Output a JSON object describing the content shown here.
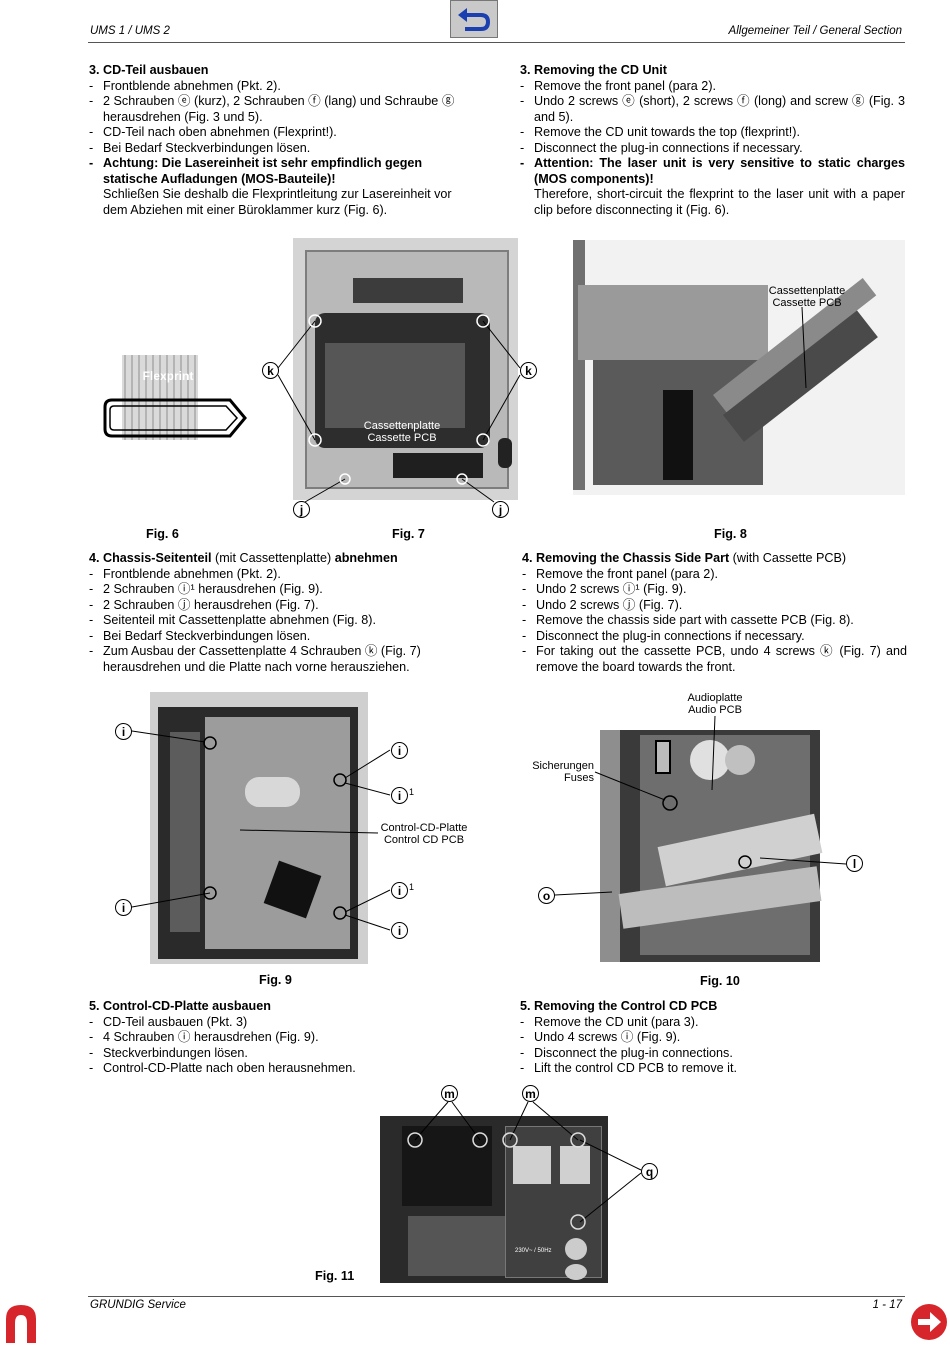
{
  "header": {
    "left": "UMS 1 / UMS 2",
    "right": "Allgemeiner Teil / General Section"
  },
  "footer": {
    "left": "GRUNDIG Service",
    "right": "1 - 17"
  },
  "nav": {
    "back_icon": "return-arrow-icon",
    "prev_icon": "previous-page-icon",
    "next_icon": "next-page-arrow-icon",
    "accent_color": "#d6262b",
    "back_color": "#1a3fb0"
  },
  "sec3_de": {
    "title": "3. CD-Teil ausbauen",
    "items": [
      "Frontblende abnehmen (Pkt. 2).",
      "2 Schrauben ⓔ (kurz), 2 Schrauben ⓕ (lang) und Schraube ⓖ herausdrehen (Fig. 3 und 5).",
      "CD-Teil nach oben abnehmen (Flexprint!).",
      "Bei Bedarf Steckverbindungen lösen."
    ],
    "warning": "Achtung: Die Lasereinheit ist sehr empfindlich gegen statische Aufladungen (MOS-Bauteile)!",
    "warning_note": "Schließen Sie deshalb die Flexprintleitung zur Lasereinheit vor dem Abziehen mit einer Büroklammer kurz (Fig. 6)."
  },
  "sec3_en": {
    "title": "3. Removing the CD Unit",
    "items": [
      "Remove the front panel (para 2).",
      "Undo 2 screws ⓔ (short), 2 screws ⓕ (long) and screw ⓖ (Fig. 3 and 5).",
      "Remove the CD unit towards the top (flexprint!).",
      "Disconnect the plug-in connections if necessary."
    ],
    "warning": "Attention: The laser unit is very sensitive to static charges (MOS components)!",
    "warning_note": "Therefore, short-circuit the flexprint to the laser unit with a paper clip before disconnecting it (Fig. 6)."
  },
  "fig6": {
    "caption": "Fig. 6",
    "label": "Flexprint"
  },
  "fig7": {
    "caption": "Fig. 7",
    "label_de": "Cassettenplatte",
    "label_en": "Cassette PCB",
    "callouts": [
      "k",
      "k",
      "j",
      "j"
    ]
  },
  "fig8": {
    "caption": "Fig. 8",
    "label_de": "Cassettenplatte",
    "label_en": "Cassette PCB"
  },
  "sec4_de": {
    "title_bold": "4. Chassis-Seitenteil",
    "title_normal": " (mit Cassettenplatte) ",
    "title_bold2": "abnehmen",
    "items": [
      "Frontblende abnehmen (Pkt. 2).",
      "2 Schrauben ⓘ¹ herausdrehen (Fig. 9).",
      "2 Schrauben ⓙ herausdrehen (Fig. 7).",
      "Seitenteil mit Cassettenplatte abnehmen (Fig. 8).",
      "Bei Bedarf Steckverbindungen lösen.",
      "Zum Ausbau der Cassettenplatte 4 Schrauben ⓚ (Fig. 7) herausdrehen und die Platte nach vorne herausziehen."
    ]
  },
  "sec4_en": {
    "title_bold": "4. Removing the Chassis Side Part",
    "title_normal": " (with Cassette PCB)",
    "items": [
      "Remove the front panel (para 2).",
      "Undo 2 screws ⓘ¹ (Fig. 9).",
      "Undo 2 screws ⓙ (Fig. 7).",
      "Remove the chassis side part with cassette PCB (Fig. 8).",
      "Disconnect the plug-in connections if necessary.",
      "For taking out the cassette PCB, undo 4 screws ⓚ (Fig. 7) and remove the board towards the front."
    ]
  },
  "fig9": {
    "caption": "Fig. 9",
    "label_de": "Control-CD-Platte",
    "label_en": "Control CD PCB",
    "callout": "i",
    "sup": "1"
  },
  "fig10": {
    "caption": "Fig. 10",
    "audio_de": "Audioplatte",
    "audio_en": "Audio PCB",
    "fuses_de": "Sicherungen",
    "fuses_en": "Fuses",
    "callout_l": "l",
    "callout_o": "o"
  },
  "sec5_de": {
    "title": "5. Control-CD-Platte ausbauen",
    "items": [
      "CD-Teil ausbauen (Pkt. 3)",
      "4 Schrauben ⓘ herausdrehen (Fig. 9).",
      "Steckverbindungen lösen.",
      "Control-CD-Platte nach oben herausnehmen."
    ]
  },
  "sec5_en": {
    "title": "5. Removing the Control CD PCB",
    "items": [
      "Remove the CD unit (para 3).",
      "Undo 4 screws ⓘ (Fig. 9).",
      "Disconnect the plug-in connections.",
      "Lift the control CD PCB to remove it."
    ]
  },
  "fig11": {
    "caption": "Fig. 11",
    "callout_m": "m",
    "callout_q": "q",
    "panel_text": "230V~ / 50Hz"
  }
}
